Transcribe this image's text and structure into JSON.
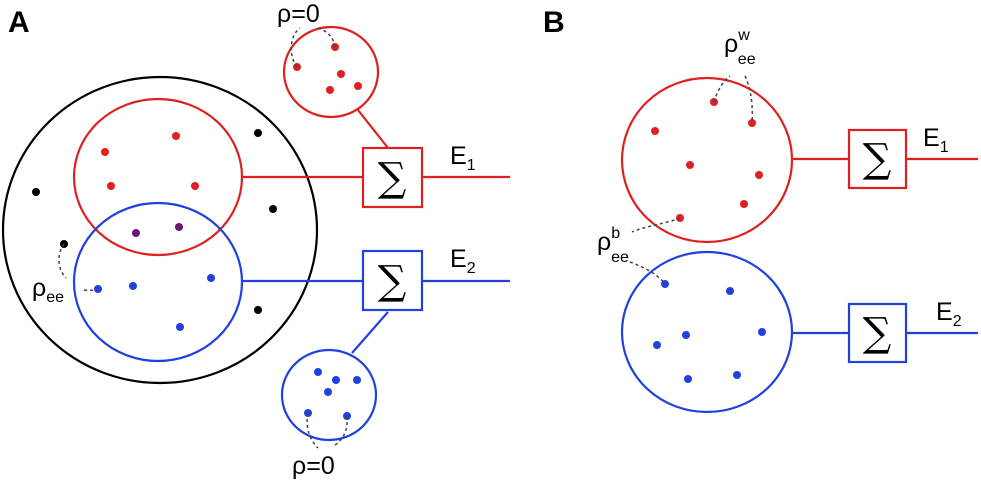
{
  "panels": {
    "A": {
      "label": "A",
      "rho_top": "ρ=0",
      "rho_bottom": "ρ=0",
      "rho_ee_main": "ρ",
      "rho_ee_sub": "ee",
      "sum_symbol": "∑",
      "E1_main": "E",
      "E1_sub": "1",
      "E2_main": "E",
      "E2_sub": "2"
    },
    "B": {
      "label": "B",
      "rho_w_main": "ρ",
      "rho_w_sup": "w",
      "rho_w_sub": "ee",
      "rho_b_main": "ρ",
      "rho_b_sup": "b",
      "rho_b_sub": "ee",
      "sum_symbol": "∑",
      "E1_main": "E",
      "E1_sub": "1",
      "E2_main": "E",
      "E2_sub": "2"
    }
  },
  "colors": {
    "red": "#e02020",
    "blue": "#2040e0",
    "black": "#000000",
    "purple": "#6a1a70",
    "dashed": "#444444"
  }
}
